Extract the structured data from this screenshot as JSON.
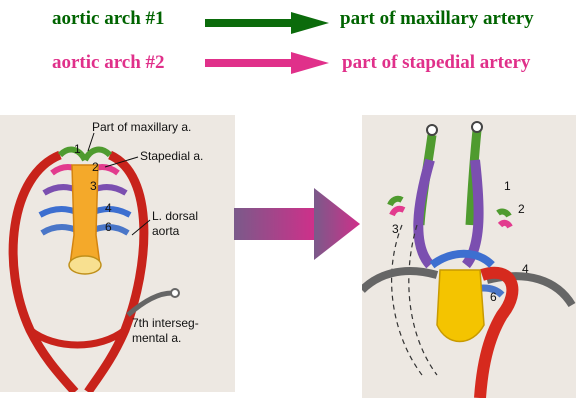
{
  "rows": [
    {
      "left": "aortic arch #1",
      "right": "part of maxillary  artery",
      "color": "#006400"
    },
    {
      "left": "aortic arch #2",
      "right": "part of stapedial artery",
      "color": "#e0308a"
    }
  ],
  "left_diagram": {
    "labels": {
      "maxillary": "Part of maxillary a.",
      "stapedial": "Stapedial a.",
      "dorsal_1": "L. dorsal",
      "dorsal_2": "aorta",
      "interseg_1": "7th interseg-",
      "interseg_2": "mental a."
    },
    "arch_numbers": [
      "1",
      "2",
      "3",
      "4",
      "6"
    ]
  },
  "right_diagram": {
    "arch_numbers": [
      "1",
      "2",
      "3",
      "4",
      "6"
    ]
  },
  "colors": {
    "arch1": "#4f9b2f",
    "arch2": "#e23b8e",
    "arch3": "#7b4fb0",
    "arch4": "#3d6fd0",
    "arch6": "#4a76c8",
    "aorta": "#d62a1e",
    "heart": "#f4c400",
    "arrow_pink": "#b4337a"
  }
}
